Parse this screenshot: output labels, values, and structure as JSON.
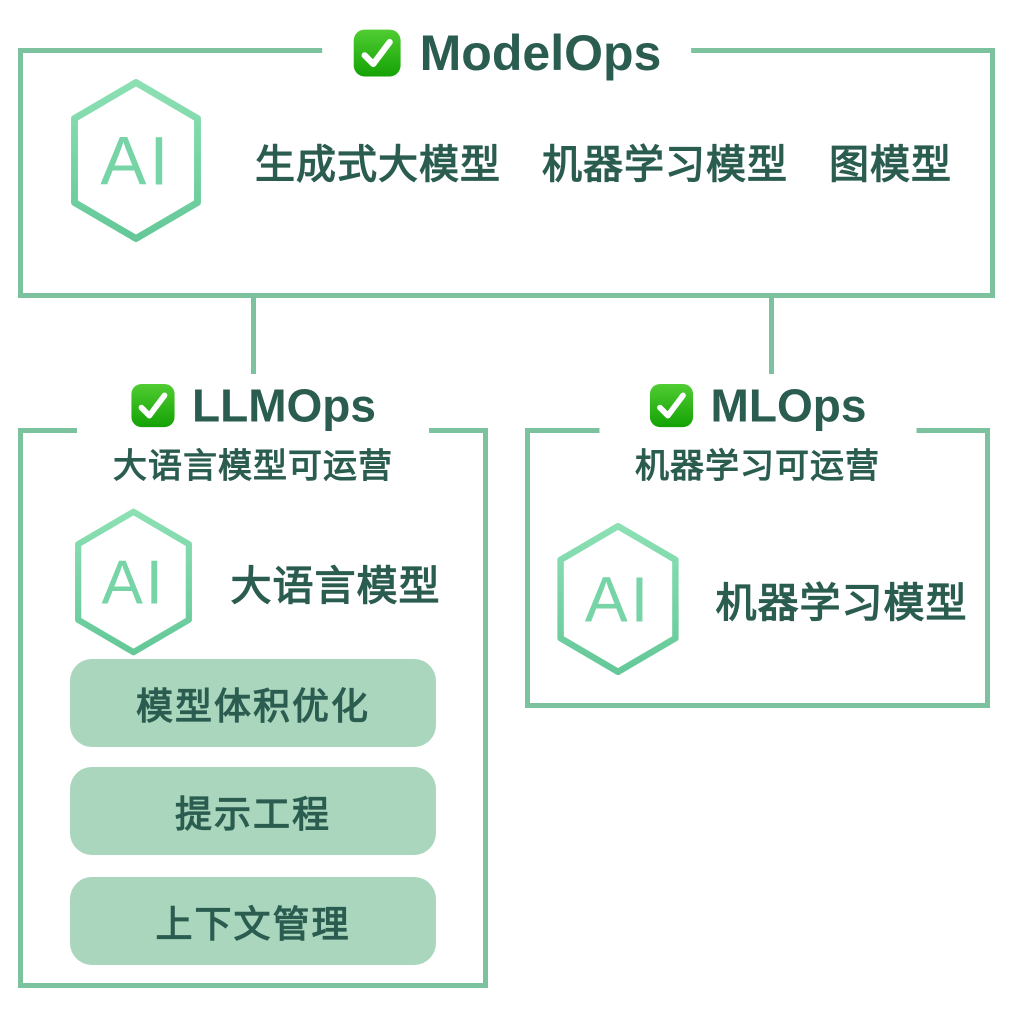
{
  "ai_label": "AI",
  "modelops": {
    "title": "ModelOps",
    "models": "生成式大模型　机器学习模型　图模型"
  },
  "llmops": {
    "title": "LLMOps",
    "subtitle": "大语言模型可运营",
    "model_label": "大语言模型",
    "pills": [
      "模型体积优化",
      "提示工程",
      "上下文管理"
    ]
  },
  "mlops": {
    "title": "MLOps",
    "subtitle": "机器学习可运营",
    "model_label": "机器学习模型"
  },
  "colors": {
    "border_green": "#7cc29f",
    "dark_teal": "#2b5c50",
    "hex_mint": "#7fd8ab",
    "pill_bg": "#a9d6bd",
    "check_green_top": "#50cd32",
    "check_green_bottom": "#15a205"
  }
}
